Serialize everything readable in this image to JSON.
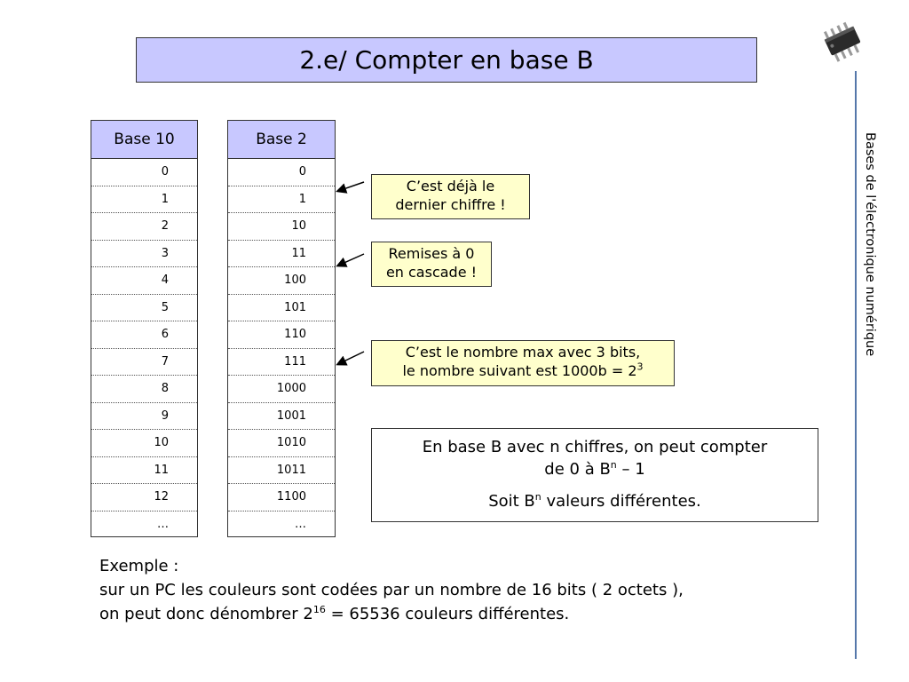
{
  "title": "2.e/  Compter en base B",
  "side_label": "Bases de l'électronique numérique",
  "table_base10": {
    "header": "Base 10",
    "values": [
      "0",
      "1",
      "2",
      "3",
      "4",
      "5",
      "6",
      "7",
      "8",
      "9",
      "10",
      "11",
      "12",
      "…"
    ]
  },
  "table_base2": {
    "header": "Base 2",
    "values": [
      "0",
      "1",
      "10",
      "11",
      "100",
      "101",
      "110",
      "111",
      "1000",
      "1001",
      "1010",
      "1011",
      "1100",
      "…"
    ]
  },
  "notes": {
    "note1_line1": "C’est déjà le",
    "note1_line2": "dernier chiffre !",
    "note2_line1": "Remises à 0",
    "note2_line2": "en cascade !",
    "note3_line1": "C’est le nombre max avec 3 bits,",
    "note3_line2_pre": "le nombre suivant est 1000b = 2",
    "note3_sup": "3"
  },
  "info": {
    "line1": "En base B avec n chiffres, on peut compter",
    "line2_pre": "de   0   à   B",
    "line2_sup": "n",
    "line2_post": " – 1",
    "line3_pre": "Soit B",
    "line3_sup": "n",
    "line3_post": " valeurs différentes."
  },
  "example": {
    "line1": "Exemple :",
    "line2": "sur un PC les couleurs sont codées par un nombre de 16 bits ( 2 octets ),",
    "line3_pre": "on peut donc dénombrer 2",
    "line3_sup": "16",
    "line3_post": " = 65536 couleurs différentes."
  },
  "colors": {
    "header_fill": "#c8c8ff",
    "note_fill": "#ffffcc",
    "side_line": "#5577aa"
  }
}
